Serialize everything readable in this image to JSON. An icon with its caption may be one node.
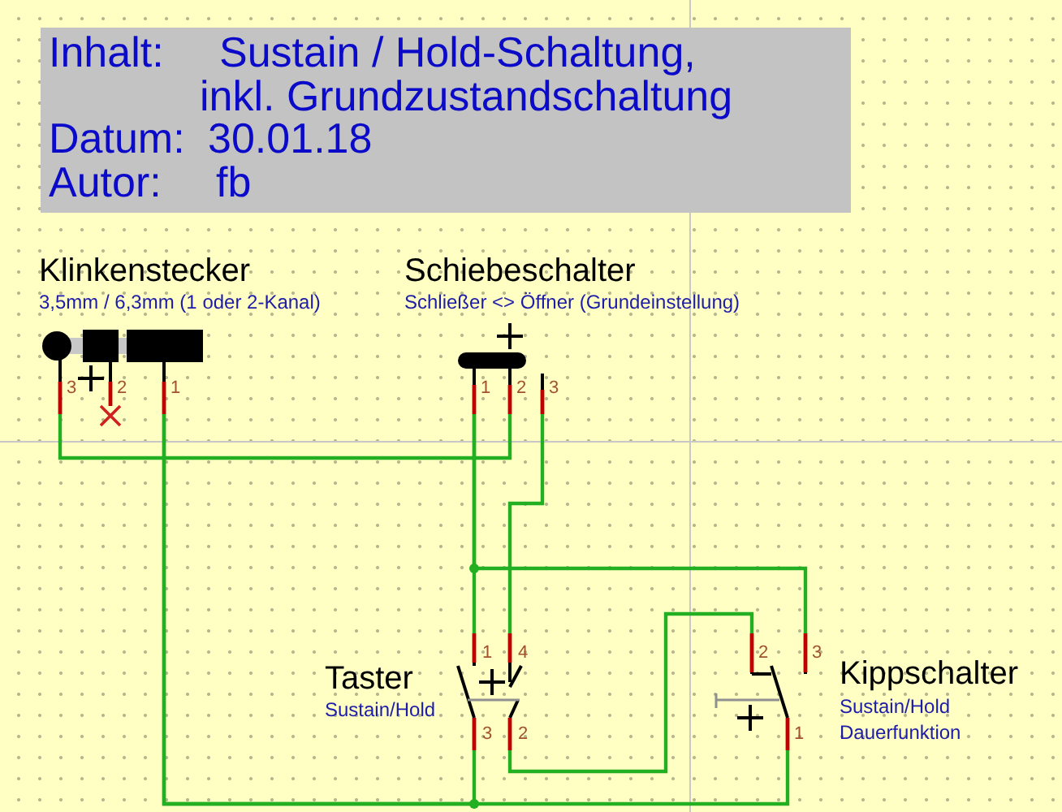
{
  "diagram": {
    "nodes": [
      {
        "text": [
          "Klinkenstecker",
          "3,5mm / 6,3mm (1 oder 2-Kanal)"
        ]
      },
      {
        "text": [
          "Schiebeschalter",
          "Schließer <> Öffner (Grundeinstellung)"
        ]
      },
      {
        "text": [
          "Taster",
          "Sustain/Hold"
        ]
      },
      {
        "text": [
          "Kippschalter",
          "Sustain/Hold Dauerfunktion"
        ]
      }
    ],
    "edges": [
      {
        "from": 0,
        "to": 1,
        "arrow": "none"
      },
      {
        "from": 0,
        "to": 2,
        "arrow": "none"
      },
      {
        "from": 0,
        "to": 3,
        "arrow": "none"
      },
      {
        "from": 1,
        "to": 2,
        "arrow": "none"
      },
      {
        "from": 1,
        "to": 3,
        "arrow": "none"
      },
      {
        "from": 1,
        "to": 2,
        "arrow": "none"
      },
      {
        "from": 2,
        "to": 3,
        "arrow": "none"
      }
    ],
    "labels": [
      "Inhalt:",
      "Sustain / Hold-Schaltung, inkl. Grundzustandschaltung",
      "Datum:",
      "30.01.18",
      "Autor:",
      "fb",
      "3",
      "2",
      "1",
      "1",
      "2",
      "3",
      "1",
      "4",
      "2",
      "3",
      "3",
      "2",
      "1"
    ]
  }
}
